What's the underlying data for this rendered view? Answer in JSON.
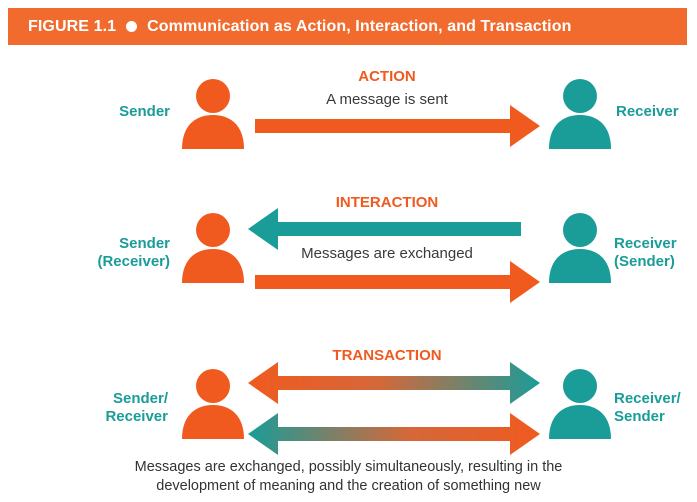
{
  "figure": {
    "number": "FIGURE 1.1",
    "title": "Communication as Action, Interaction, and Transaction"
  },
  "action": {
    "title": "ACTION",
    "message": "A message is sent",
    "left_label": "Sender",
    "right_label": "Receiver"
  },
  "interaction": {
    "title": "INTERACTION",
    "message": "Messages are exchanged",
    "left_label_line1": "Sender",
    "left_label_line2": "(Receiver)",
    "right_label_line1": "Receiver",
    "right_label_line2": "(Sender)"
  },
  "transaction": {
    "title": "TRANSACTION",
    "left_label_line1": "Sender/",
    "left_label_line2": "Receiver",
    "right_label_line1": "Receiver/",
    "right_label_line2": "Sender",
    "caption_line1": "Messages are exchanged, possibly simultaneously, resulting in the",
    "caption_line2": "development of meaning and the creation of something new"
  },
  "colors": {
    "orange": "#f26b2e",
    "teal": "#1a9c98",
    "bar": "#f26b2e"
  }
}
